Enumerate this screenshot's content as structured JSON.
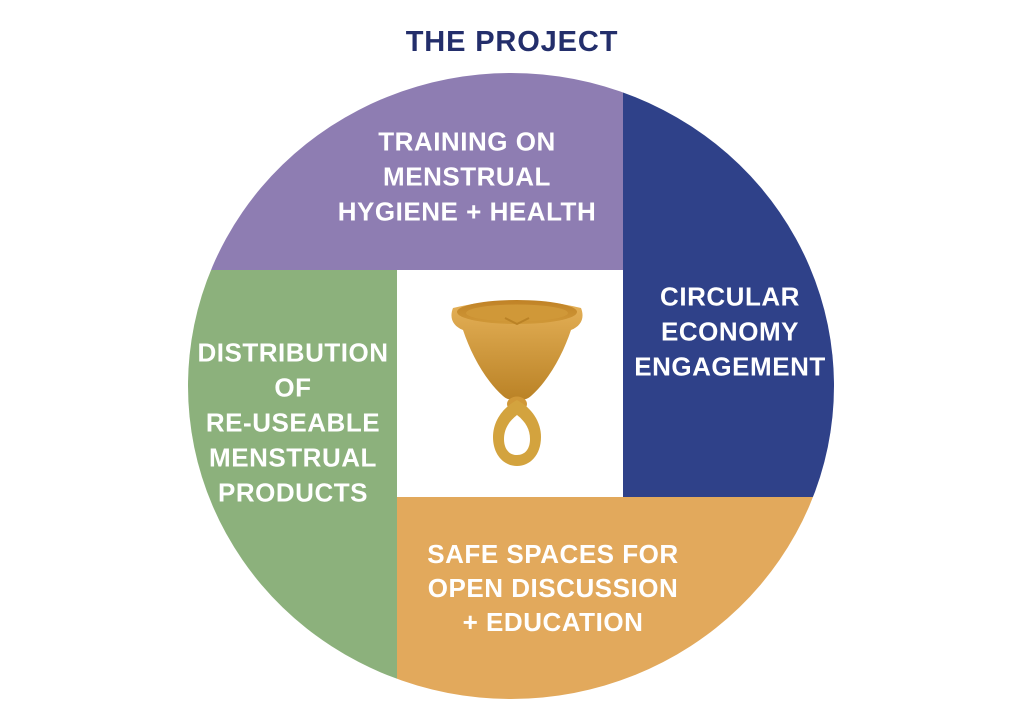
{
  "title": {
    "text": "THE PROJECT",
    "color": "#232e6b"
  },
  "diagram": {
    "text_color": "#ffffff",
    "segments": [
      {
        "name": "training-on-menstrual-hygiene-health",
        "position": "top",
        "color": "#8e7db2",
        "lines": [
          "TRAINING ON",
          "MENSTRUAL",
          "HYGIENE + HEALTH"
        ]
      },
      {
        "name": "circular-economy-engagement",
        "position": "right",
        "color": "#2f4189",
        "lines": [
          "CIRCULAR",
          "ECONOMY",
          "ENGAGEMENT"
        ]
      },
      {
        "name": "distribution-of-reuseable-menstrual-products",
        "position": "left",
        "color": "#8cb17c",
        "lines": [
          "DISTRIBUTION",
          "OF",
          "RE-USEABLE",
          "MENSTRUAL",
          "PRODUCTS"
        ]
      },
      {
        "name": "safe-spaces-for-open-discussion-education",
        "position": "bottom",
        "color": "#e2a95c",
        "lines": [
          "SAFE SPACES FOR",
          "OPEN DISCUSSION",
          "+ EDUCATION"
        ]
      }
    ],
    "center_icon": "menstrual-cup-illustration",
    "cup_colors": {
      "light": "#e5b158",
      "base": "#d09838",
      "dark": "#ba8226",
      "rim": "#c08226",
      "loop": "#d3a33e",
      "hole": "#ffffff"
    }
  }
}
